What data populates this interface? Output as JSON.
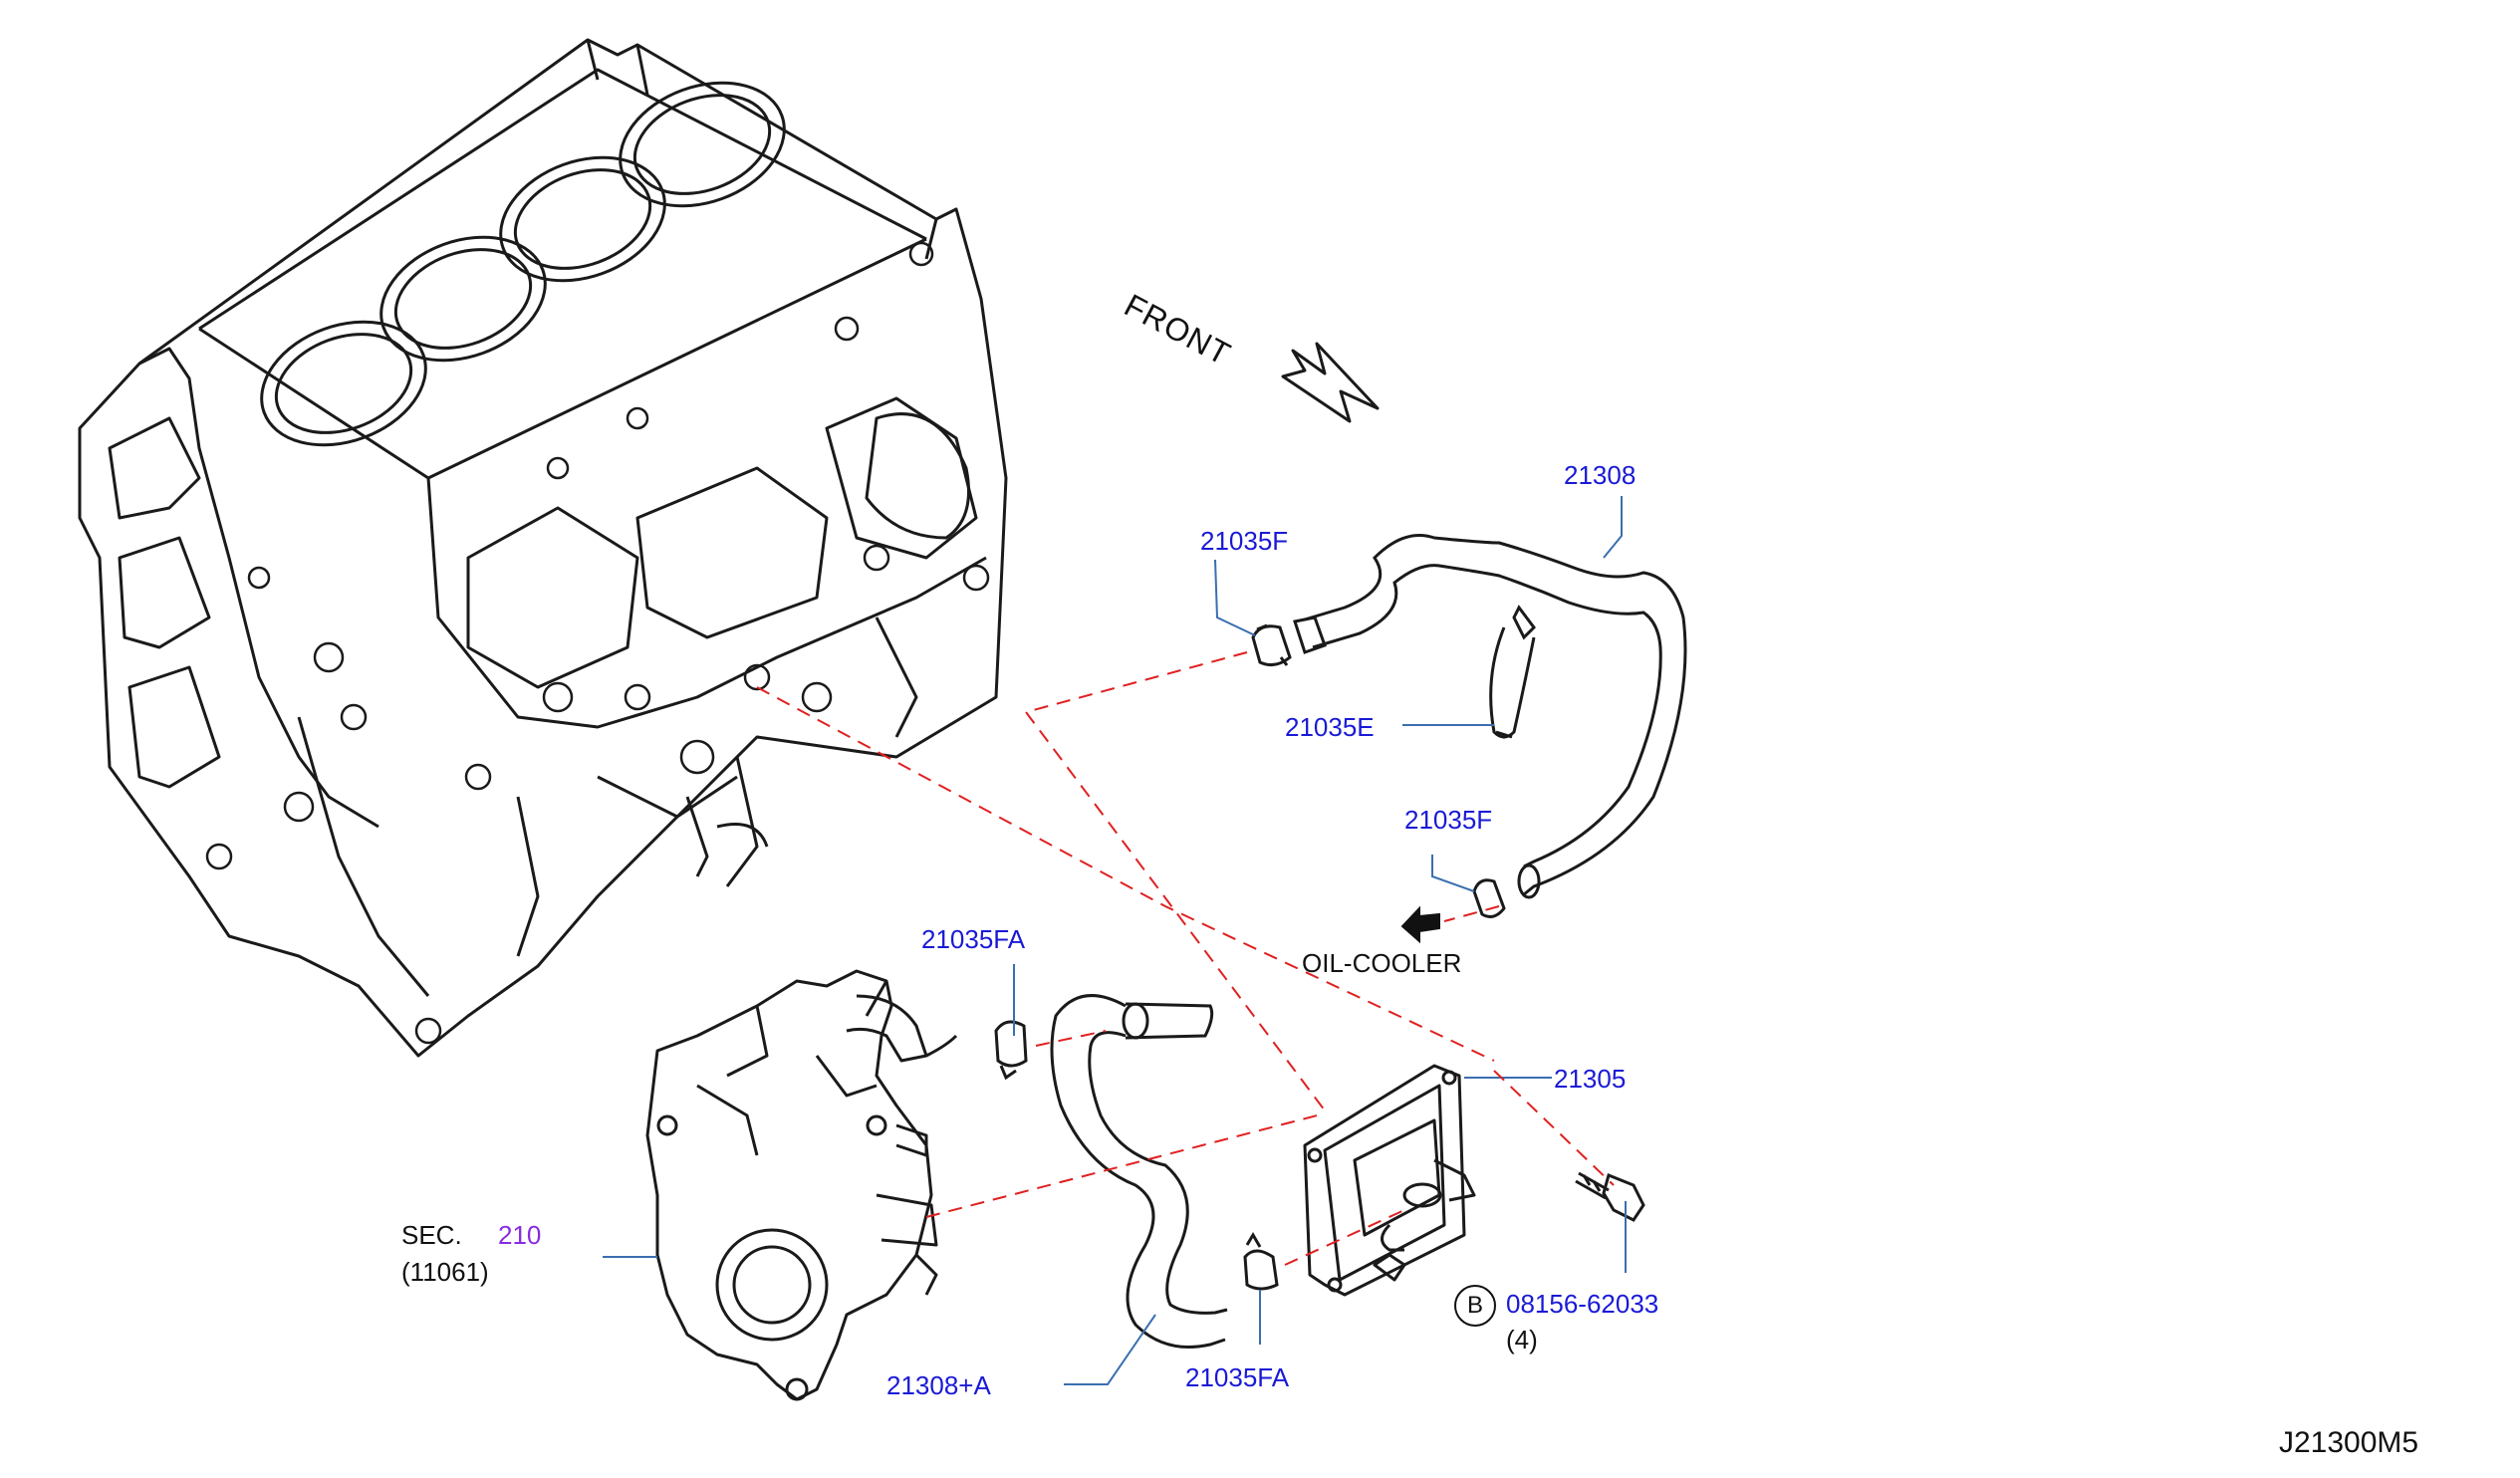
{
  "front_label": "FRONT",
  "oil_cooler_label": "OIL-COOLER",
  "section_ref": {
    "prefix": "SEC.",
    "number": "210",
    "sub": "(11061)"
  },
  "parts": {
    "hose_21308": "21308",
    "clamp_21035F_upper": "21035F",
    "clamp_21035E": "21035E",
    "clamp_21035F_lower": "21035F",
    "clamp_21035FA_upper": "21035FA",
    "oil_cooler_21305": "21305",
    "bolt_08156": "08156-62033",
    "bolt_qty": "(4)",
    "bolt_circle": "B",
    "hose_21308A": "21308+A",
    "clamp_21035FA_lower": "21035FA"
  },
  "diagram_code": "J21300M5",
  "colors": {
    "line_art": "#1a1a1a",
    "callout_text": "#1a1ad6",
    "leader": "#3a6fb0",
    "dashed": "#e02020",
    "section_number": "#8a2be2"
  }
}
